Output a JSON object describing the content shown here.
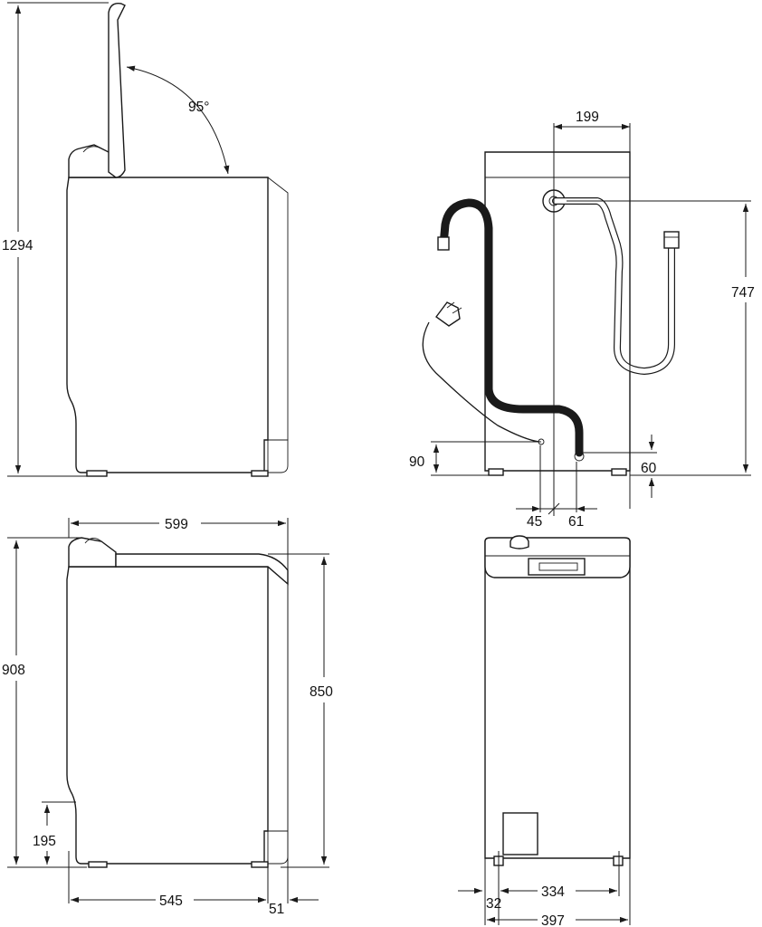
{
  "dimensions": {
    "lid_open_height": "1294",
    "lid_angle": "95°",
    "hose_offset": "199",
    "inlet_height": "747",
    "drain_height": "90",
    "drain_foot_offset": "60",
    "drain_x_offset": "45",
    "side_offset": "61",
    "width": "599",
    "total_height": "908",
    "body_height": "850",
    "foot_height": "195",
    "depth": "545",
    "rear_depth": "51",
    "foot_spacing": "334",
    "foot_inset": "32",
    "front_width": "397"
  }
}
